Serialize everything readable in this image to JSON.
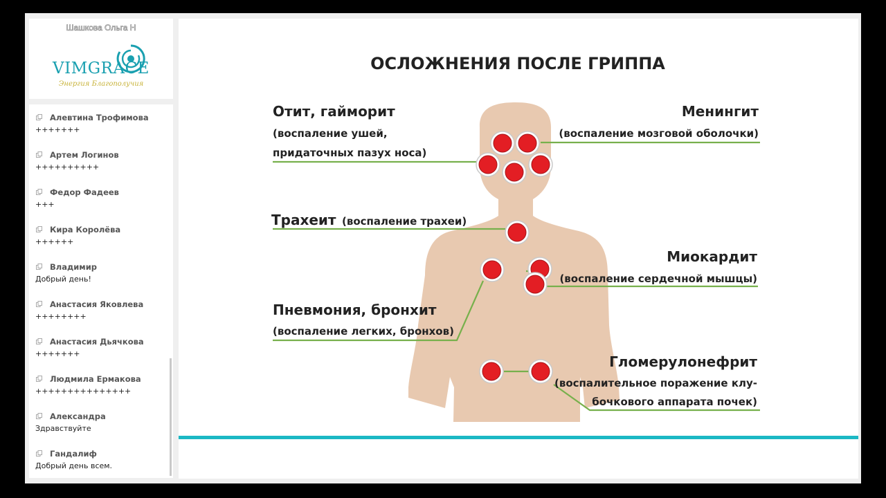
{
  "header": {
    "username": "Шашкова Ольга Н",
    "logo_text": "VIMGRACE",
    "logo_tagline": "Энергия Благополучия"
  },
  "chat": {
    "messages": [
      {
        "name": "Алевтина Трофимова",
        "text": "+++++++"
      },
      {
        "name": "Артем Логинов",
        "text": "++++++++++"
      },
      {
        "name": "Федор Фадеев",
        "text": "+++"
      },
      {
        "name": "Кира Королёва",
        "text": "++++++"
      },
      {
        "name": "Владимир",
        "text": "Добрый день!"
      },
      {
        "name": "Анастасия Яковлева",
        "text": "++++++++"
      },
      {
        "name": "Анастасия Дьячкова",
        "text": "+++++++"
      },
      {
        "name": "Людмила Ермакова",
        "text": "+++++++++++++++"
      },
      {
        "name": "Александра",
        "text": "Здравствуйте"
      },
      {
        "name": "Гандалиф",
        "text": "Добрый день всем."
      }
    ]
  },
  "slide": {
    "title": "ОСЛОЖНЕНИЯ ПОСЛЕ ГРИППА",
    "labels": {
      "otitis": {
        "title": "Отит, гайморит",
        "line1": "(воспаление ушей,",
        "line2": "придаточных пазух носа)"
      },
      "meningitis": {
        "title": "Менингит",
        "line1": "(воспаление мозговой оболочки)"
      },
      "tracheitis": {
        "title": "Трахеит",
        "line1": "(воспаление трахеи)"
      },
      "myocarditis": {
        "title": "Миокардит",
        "line1": "(воспаление сердечной мышцы)"
      },
      "pneumonia": {
        "title": "Пневмония, бронхит",
        "line1": "(воспаление легких, бронхов)"
      },
      "glomerulo": {
        "title": "Гломерулонефрит",
        "line1": "(воспалительное поражение клу-",
        "line2": "бочкового аппарата почек)"
      }
    },
    "colors": {
      "body": "#e8c9b0",
      "marker": "#e31e24",
      "leader_line": "#77b04c",
      "accent_bar": "#1cb8c4"
    }
  }
}
